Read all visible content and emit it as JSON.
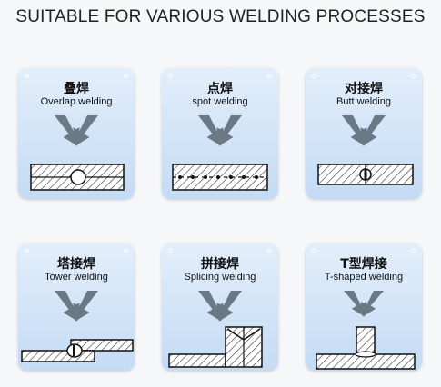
{
  "header": {
    "title": "SUITABLE FOR VARIOUS WELDING PROCESSES"
  },
  "cards": [
    {
      "zh": "叠焊",
      "en": "Overlap welding"
    },
    {
      "zh": "点焊",
      "en": "spot welding"
    },
    {
      "zh": "对接焊",
      "en": "Butt welding"
    },
    {
      "zh": "塔接焊",
      "en": "Tower welding"
    },
    {
      "zh": "拼接焊",
      "en": "Splicing welding"
    },
    {
      "zh": "T型焊接",
      "en": "T-shaped welding"
    }
  ],
  "colors": {
    "card_top": "#e2eefb",
    "card_bottom": "#c4dbf4",
    "arrow": "#6b7886"
  }
}
